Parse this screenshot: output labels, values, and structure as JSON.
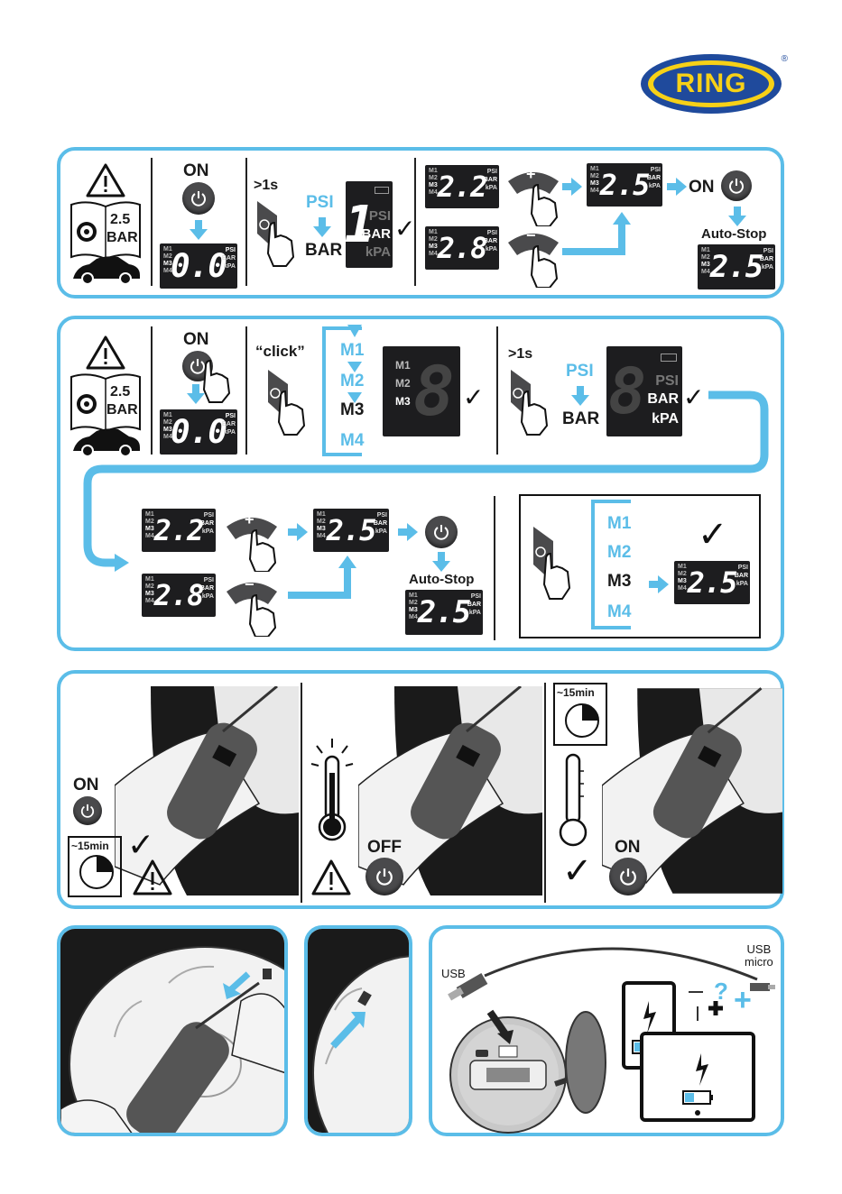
{
  "brand": {
    "logo_text": "RING",
    "registered": "®",
    "color_yellow": "#f7d117",
    "color_blue": "#1f4a9c"
  },
  "accent": "#5bbde8",
  "panel1": {
    "book_value": "2.5",
    "book_unit": "BAR",
    "on_label": "ON",
    "hold_label": ">1s",
    "psi_label": "PSI",
    "bar_label": "BAR",
    "lcd_start": "0.0",
    "lcd_current_a": "2.2",
    "lcd_current_b": "2.8",
    "lcd_target": "2.5",
    "lcd_final": "2.5",
    "units": [
      "PSI",
      "BAR",
      "kPA"
    ],
    "modes": [
      "M1",
      "M2",
      "M3",
      "M4"
    ],
    "plus": "+",
    "minus": "−",
    "on2_label": "ON",
    "autostop_label": "Auto-Stop",
    "big_unit_psi": "PSI",
    "big_unit_bar": "BAR",
    "big_unit_kpa": "kPA"
  },
  "panel2": {
    "book_value": "2.5",
    "book_unit": "BAR",
    "on_label": "ON",
    "click_label": "“click”",
    "m1": "M1",
    "m2": "M2",
    "m3": "M3",
    "m4": "M4",
    "hold_label": ">1s",
    "psi_label": "PSI",
    "bar_label": "BAR",
    "lcd_start": "0.0",
    "lcd_a": "2.2",
    "lcd_b": "2.8",
    "lcd_target": "2.5",
    "lcd_final": "2.5",
    "big_m1": "M1",
    "big_m2": "M2",
    "big_m3": "M3",
    "big_unit_psi": "PSI",
    "big_unit_bar": "BAR",
    "big_unit_kpa": "kPA",
    "plus": "+",
    "minus": "−",
    "autostop_label": "Auto-Stop",
    "box_m1": "M1",
    "box_m2": "M2",
    "box_m3": "M3",
    "box_m4": "M4",
    "box_lcd": "2.5"
  },
  "panel3": {
    "on_label": "ON",
    "timer1": "~15min",
    "off_label": "OFF",
    "timer2": "~15min",
    "on2_label": "ON"
  },
  "panel5": {
    "usb_label": "USB",
    "usb_micro_label": "USB\nmicro",
    "question": "?",
    "plus": "+"
  }
}
